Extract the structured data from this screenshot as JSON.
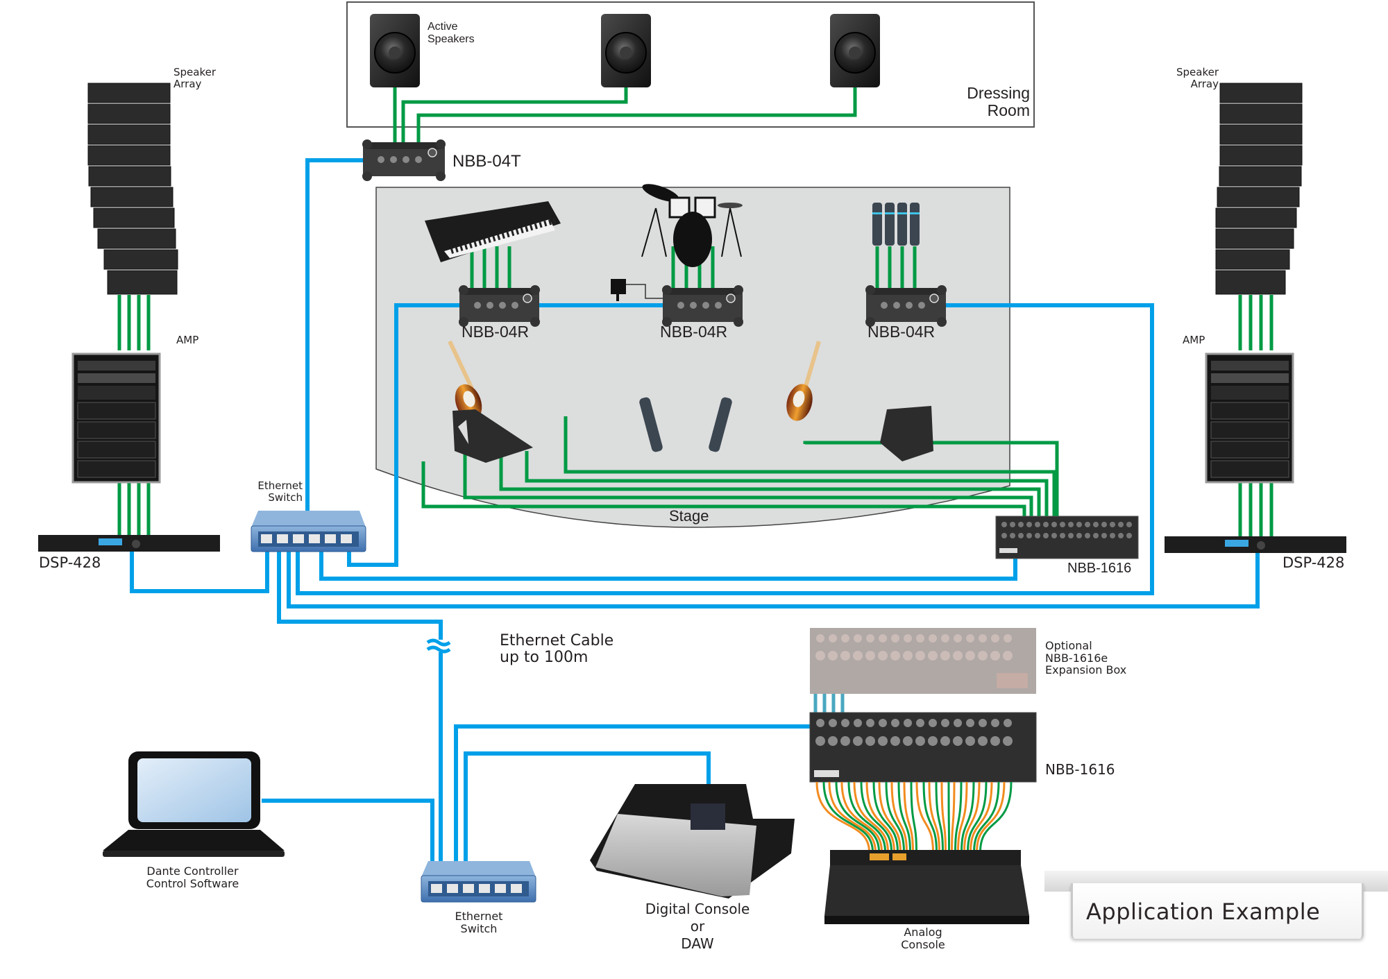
{
  "title": "Application Example",
  "colors": {
    "ethernet_cable": "#00a0e9",
    "audio_cable": "#009a44",
    "analog_cable": "#f28c1f",
    "expansion_link": "#4aa8c0",
    "stage_fill": "#dcdddd",
    "room_border": "#555555"
  },
  "areas": {
    "dressing_room": "Dressing\nRoom",
    "stage": "Stage"
  },
  "labels": {
    "active_speakers": "Active\nSpeakers",
    "nbb_04t": "NBB-04T",
    "speaker_array_left": "Speaker\nArray",
    "speaker_array_right": "Speaker\nArray",
    "amp_left": "AMP",
    "amp_right": "AMP",
    "dsp_left": "DSP-428",
    "dsp_right": "DSP-428",
    "ethernet_switch_top": "Ethernet\nSwitch",
    "nbb_04r_1": "NBB-04R",
    "nbb_04r_2": "NBB-04R",
    "nbb_04r_3": "NBB-04R",
    "nbb_1616_stage": "NBB-1616",
    "ethernet_cable_note": "Ethernet Cable\nup to 100m",
    "expansion_box": "Optional\nNBB-1616e\nExpansion Box",
    "nbb_1616_foh": "NBB-1616",
    "laptop": "Dante Controller\nControl Software",
    "ethernet_switch_bottom": "Ethernet\nSwitch",
    "digital_console": "Digital Console\nor\nDAW",
    "analog_console": "Analog\nConsole"
  },
  "devices": {
    "active_speakers_count": 3,
    "nbb_04r_count": 3,
    "switch_ports": 6,
    "nbb_1616_channels": 16,
    "stage_mics_on_04r": 4
  },
  "icons": {
    "speaker": "active-speaker-icon",
    "line_array": "line-array-icon",
    "amp_rack": "amp-rack-icon",
    "dsp": "dsp-unit-icon",
    "switch": "ethernet-switch-icon",
    "stagebox": "stagebox-icon",
    "keyboard": "keyboard-icon",
    "drums": "drum-kit-icon",
    "mic": "microphone-icon",
    "guitar": "electric-guitar-icon",
    "monitor": "floor-monitor-icon",
    "laptop": "laptop-icon",
    "console": "mixing-console-icon",
    "power": "power-adapter-icon",
    "cable_break": "cable-break-icon"
  }
}
